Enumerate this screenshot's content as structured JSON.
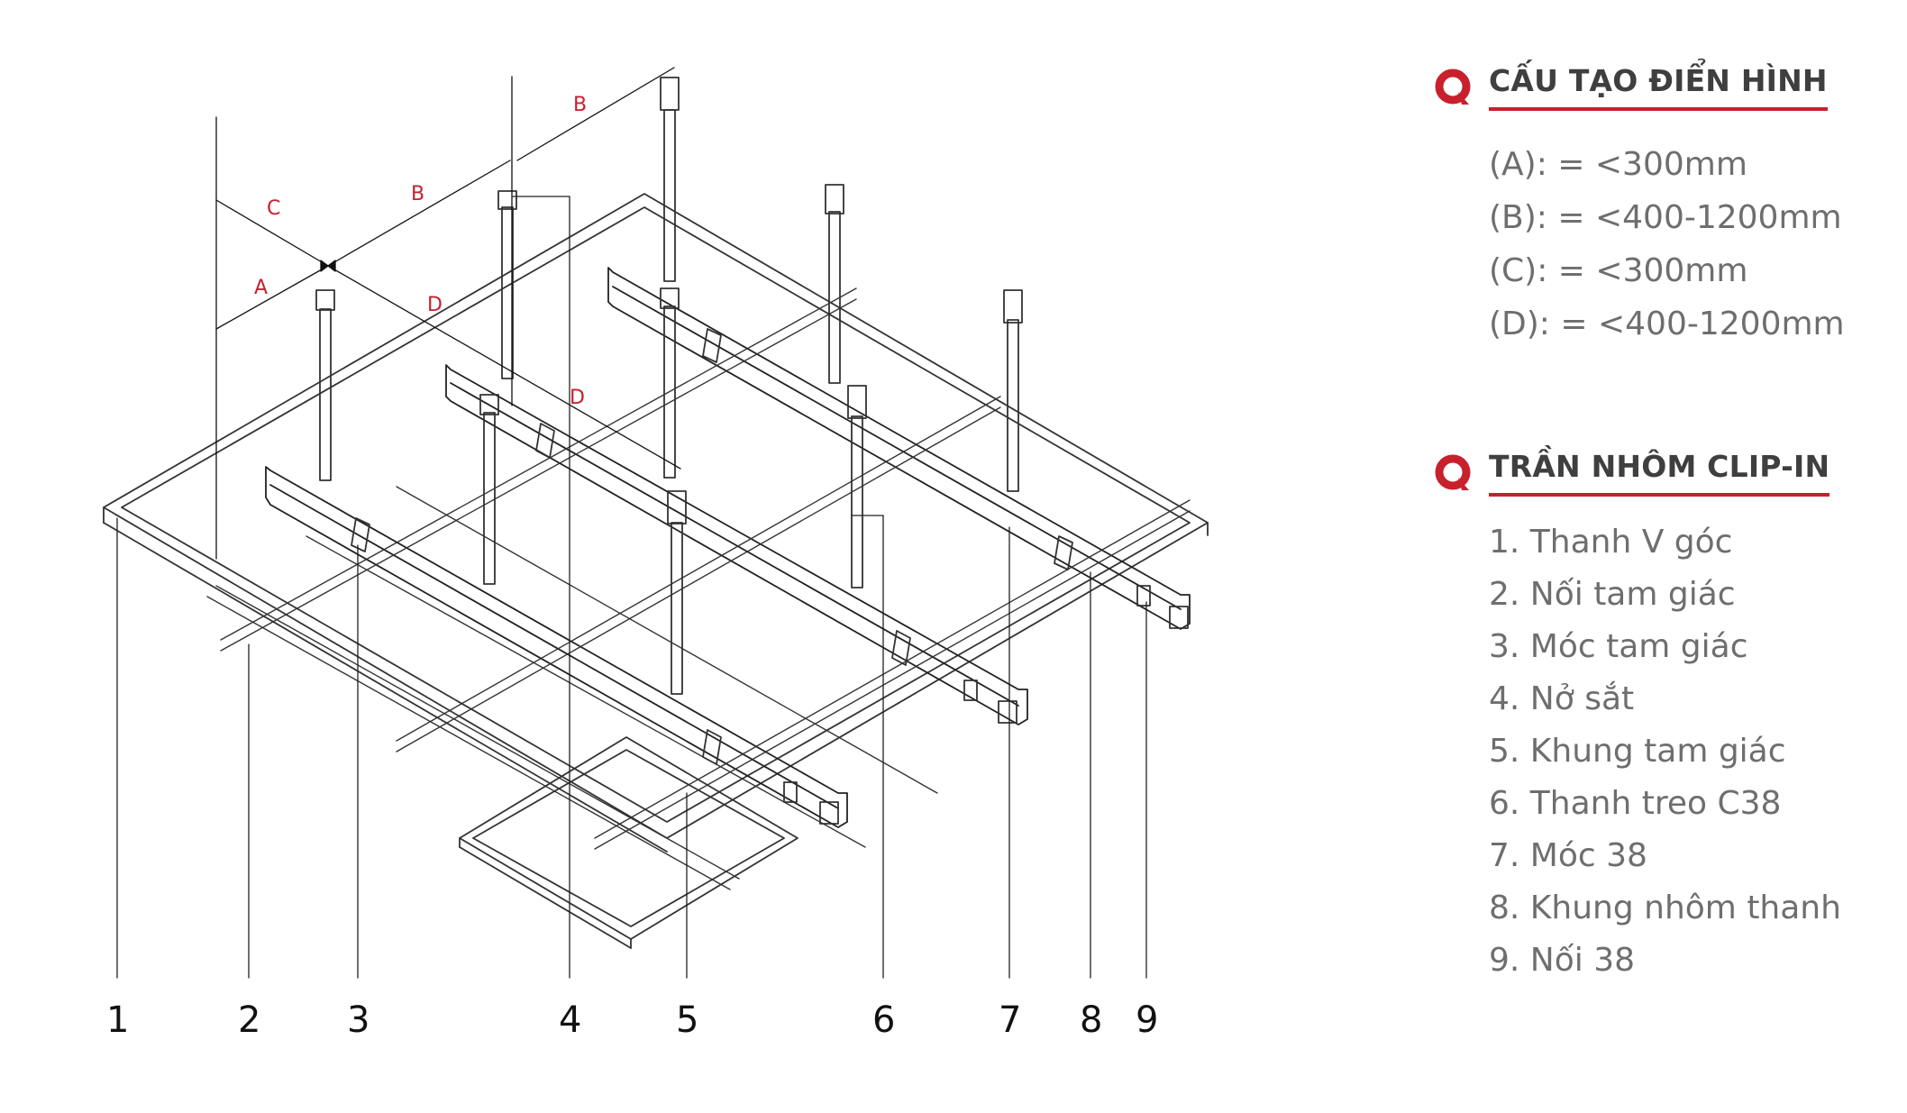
{
  "dimension_letters": {
    "a": "A",
    "b": "B",
    "c": "C",
    "d": "D"
  },
  "part_numbers": [
    "1",
    "2",
    "3",
    "4",
    "5",
    "6",
    "7",
    "8",
    "9"
  ],
  "specs_section": {
    "title": "CẤU TẠO ĐIỂN HÌNH",
    "items": [
      "(A): = <300mm",
      "(B): = <400-1200mm",
      "(C): = <300mm",
      "(D): = <400-1200mm"
    ]
  },
  "parts_section": {
    "title": "TRẦN NHÔM CLIP-IN",
    "items": [
      "1. Thanh V góc",
      "2. Nối tam giác",
      "3. Móc tam giác",
      "4. Nở sắt",
      "5. Khung tam giác",
      "6. Thanh treo C38",
      "7. Móc 38",
      "8. Khung nhôm thanh",
      "9. Nối 38"
    ]
  },
  "colors": {
    "accent": "#c8202d",
    "heading": "#3f3f3f",
    "body_text": "#6e6e6e",
    "line_art": "#333333"
  },
  "icons": {
    "section_marker": "brand-logo-icon"
  }
}
